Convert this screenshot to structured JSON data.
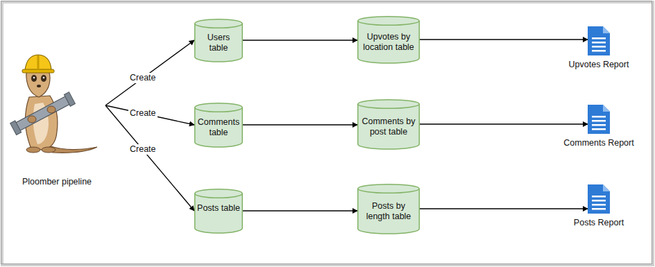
{
  "diagram": {
    "nodes": [
      {
        "text": [
          "Ploomber pipeline"
        ]
      },
      {
        "text": [
          "Users table"
        ]
      },
      {
        "text": [
          "Upvotes by location table"
        ]
      },
      {
        "text": [
          "Upvotes Report"
        ]
      },
      {
        "text": [
          "Comments table"
        ]
      },
      {
        "text": [
          "Comments by post table"
        ]
      },
      {
        "text": [
          "Comments Report"
        ]
      },
      {
        "text": [
          "Posts table"
        ]
      },
      {
        "text": [
          "Posts by length table"
        ]
      },
      {
        "text": [
          "Posts Report"
        ]
      }
    ],
    "edges": [
      {
        "from": 0,
        "to": 1,
        "arrow": "to",
        "label": "Create"
      },
      {
        "from": 0,
        "to": 4,
        "arrow": "to",
        "label": "Create"
      },
      {
        "from": 0,
        "to": 7,
        "arrow": "to",
        "label": "Create"
      },
      {
        "from": 1,
        "to": 2,
        "arrow": "to"
      },
      {
        "from": 2,
        "to": 3,
        "arrow": "to"
      },
      {
        "from": 4,
        "to": 5,
        "arrow": "to"
      },
      {
        "from": 5,
        "to": 6,
        "arrow": "to"
      },
      {
        "from": 7,
        "to": 8,
        "arrow": "to"
      },
      {
        "from": 8,
        "to": 9,
        "arrow": "to"
      }
    ]
  }
}
